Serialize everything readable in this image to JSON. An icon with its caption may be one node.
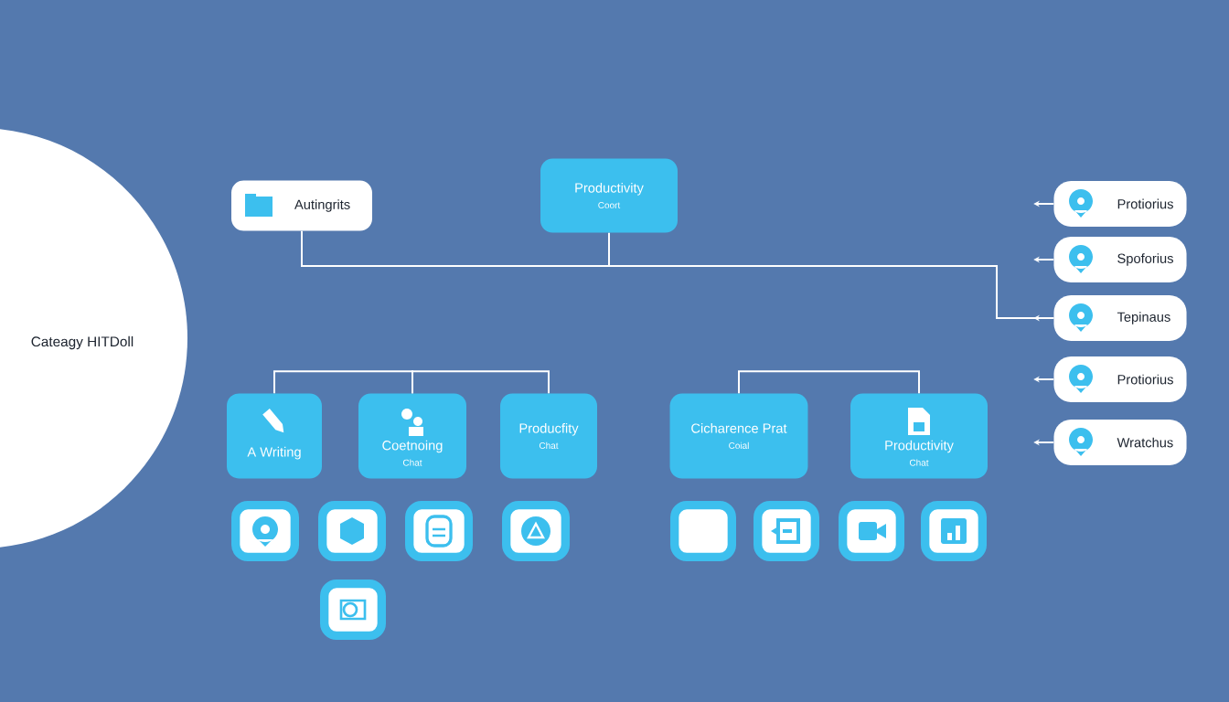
{
  "diagram": {
    "nodes": [
      {
        "text": [
          "Cateagy HITDoll"
        ]
      },
      {
        "text": [
          "Autingrits"
        ]
      },
      {
        "text": [
          "Productivity",
          "Coort"
        ]
      },
      {
        "text": [
          "Protiorius"
        ]
      },
      {
        "text": [
          "Spoforius"
        ]
      },
      {
        "text": [
          "Tepinaus"
        ]
      },
      {
        "text": [
          "Protiorius"
        ]
      },
      {
        "text": [
          "Wratchus"
        ]
      },
      {
        "text": [
          "A Writing"
        ]
      },
      {
        "text": [
          "Coetnoing",
          "Chat"
        ]
      },
      {
        "text": [
          "Producfity",
          "Chat"
        ]
      },
      {
        "text": [
          "Cicharence Prat",
          "Coial"
        ]
      },
      {
        "text": [
          "Productivity",
          "Chat"
        ]
      },
      {
        "text": [],
        "shape": "box"
      },
      {
        "text": [],
        "shape": "box"
      },
      {
        "text": [],
        "shape": "box"
      },
      {
        "text": [],
        "shape": "box"
      },
      {
        "text": [],
        "shape": "box"
      },
      {
        "text": [],
        "shape": "box"
      },
      {
        "text": [],
        "shape": "box"
      },
      {
        "text": [],
        "shape": "box"
      },
      {
        "text": [],
        "shape": "box"
      }
    ],
    "edges": [
      {
        "from": 1,
        "to": 5,
        "arrow": "none"
      },
      {
        "from": 2,
        "to": 5,
        "arrow": "none"
      },
      {
        "from": 3,
        "to": null,
        "arrow": "to"
      },
      {
        "from": 4,
        "to": null,
        "arrow": "to"
      },
      {
        "from": 5,
        "to": null,
        "arrow": "to"
      },
      {
        "from": 6,
        "to": null,
        "arrow": "to"
      },
      {
        "from": 7,
        "to": null,
        "arrow": "to"
      },
      {
        "from": 8,
        "to": 9,
        "arrow": "none"
      },
      {
        "from": 9,
        "to": 10,
        "arrow": "none"
      },
      {
        "from": 11,
        "to": 12,
        "arrow": "none"
      }
    ]
  }
}
